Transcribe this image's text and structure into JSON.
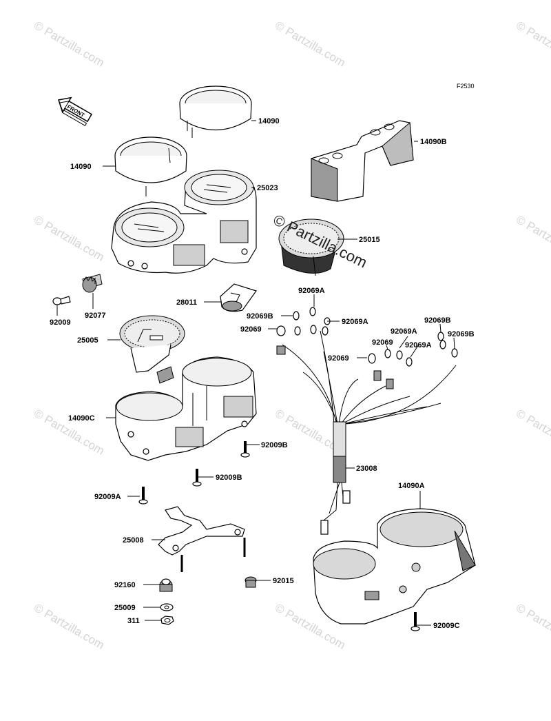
{
  "figure_code": "F2530",
  "front_arrow_text": "FRONT",
  "watermark": {
    "text": "© Partzilla.com",
    "center_text": "© Partzilla.com"
  },
  "part_labels": {
    "p14090_top": "14090",
    "p14090_left": "14090",
    "p14090B": "14090B",
    "p25023": "25023",
    "p25015": "25015",
    "p92009": "92009",
    "p92077": "92077",
    "p28011": "28011",
    "p92069A_1": "92069A",
    "p92069B_1": "92069B",
    "p92069A_2": "92069A",
    "p92069_1": "92069",
    "p92069A_3": "92069A",
    "p92069B_2": "92069B",
    "p92069_2": "92069",
    "p92069A_4": "92069A",
    "p92069B_3": "92069B",
    "p92069_3": "92069",
    "p25005": "25005",
    "p14090C": "14090C",
    "p92009B_1": "92009B",
    "p92009B_2": "92009B",
    "p23008": "23008",
    "p92009A": "92009A",
    "p14090A": "14090A",
    "p25008": "25008",
    "p92160": "92160",
    "p92015": "92015",
    "p25009": "25009",
    "p311": "311",
    "p92009C": "92009C"
  }
}
